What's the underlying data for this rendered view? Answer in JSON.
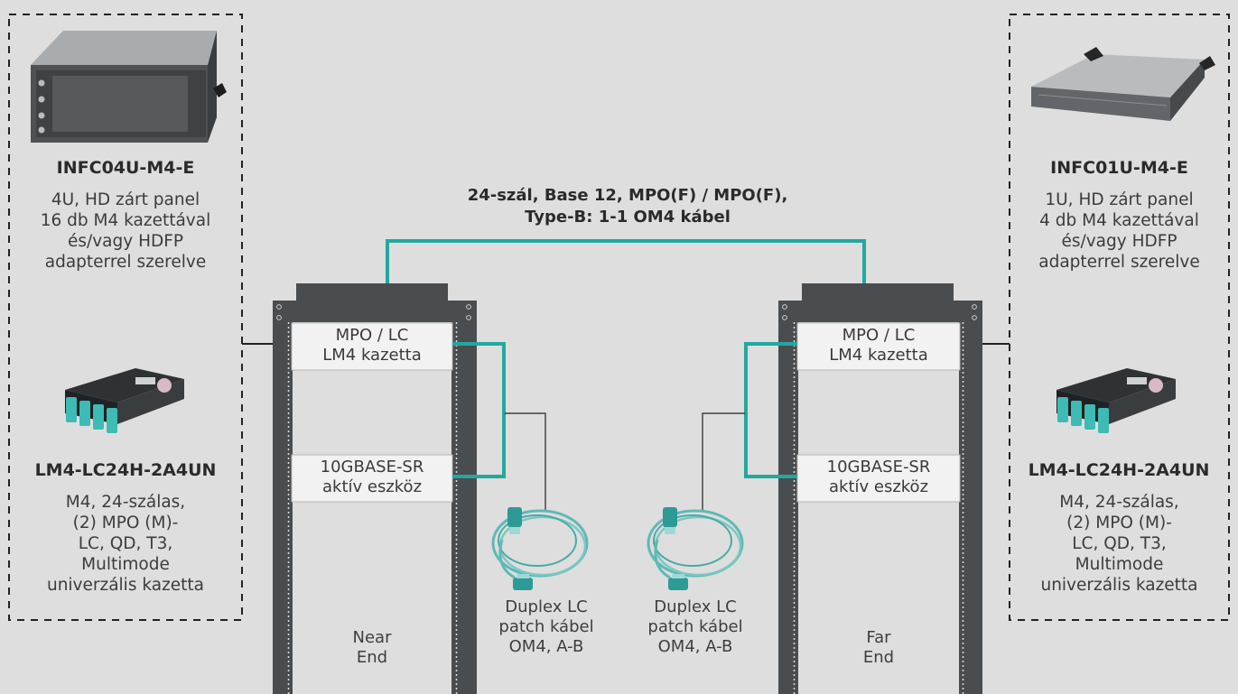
{
  "left_panel": {
    "product1": {
      "name": "INFC04U-M4-E",
      "desc": [
        "4U, HD zárt panel",
        "16 db M4 kazettával",
        "és/vagy HDFP",
        "adapterrel szerelve"
      ]
    },
    "product2": {
      "name": "LM4-LC24H-2A4UN",
      "desc": [
        "M4, 24-szálas,",
        "(2) MPO (M)-",
        "LC, QD, T3,",
        "Multimode",
        "univerzális kazetta"
      ]
    }
  },
  "right_panel": {
    "product1": {
      "name": "INFC01U-M4-E",
      "desc": [
        "1U, HD zárt panel",
        "4 db M4 kazettával",
        "és/vagy HDFP",
        "adapterrel szerelve"
      ]
    },
    "product2": {
      "name": "LM4-LC24H-2A4UN",
      "desc": [
        "M4, 24-szálas,",
        "(2) MPO (M)-",
        "LC, QD, T3,",
        "Multimode",
        "univerzális kazetta"
      ]
    }
  },
  "trunk_cable": {
    "line1": "24-szál, Base 12, MPO(F) / MPO(F),",
    "line2": "Type-B: 1-1 OM4 kábel"
  },
  "near_rack": {
    "cassette": [
      "MPO / LC",
      "LM4 kazetta"
    ],
    "device": [
      "10GBASE-SR",
      "aktív eszköz"
    ],
    "end_label": [
      "Near",
      "End"
    ]
  },
  "far_rack": {
    "cassette": [
      "MPO / LC",
      "LM4 kazetta"
    ],
    "device": [
      "10GBASE-SR",
      "aktív eszköz"
    ],
    "end_label": [
      "Far",
      "End"
    ]
  },
  "patch_left": [
    "Duplex LC",
    "patch kábel",
    "OM4, A-B"
  ],
  "patch_right": [
    "Duplex LC",
    "patch kábel",
    "OM4, A-B"
  ],
  "colors": {
    "teal": "#22a8a0",
    "rack": "#4a4d4f",
    "slot": "#f2f2f2",
    "background": "#dedede"
  }
}
